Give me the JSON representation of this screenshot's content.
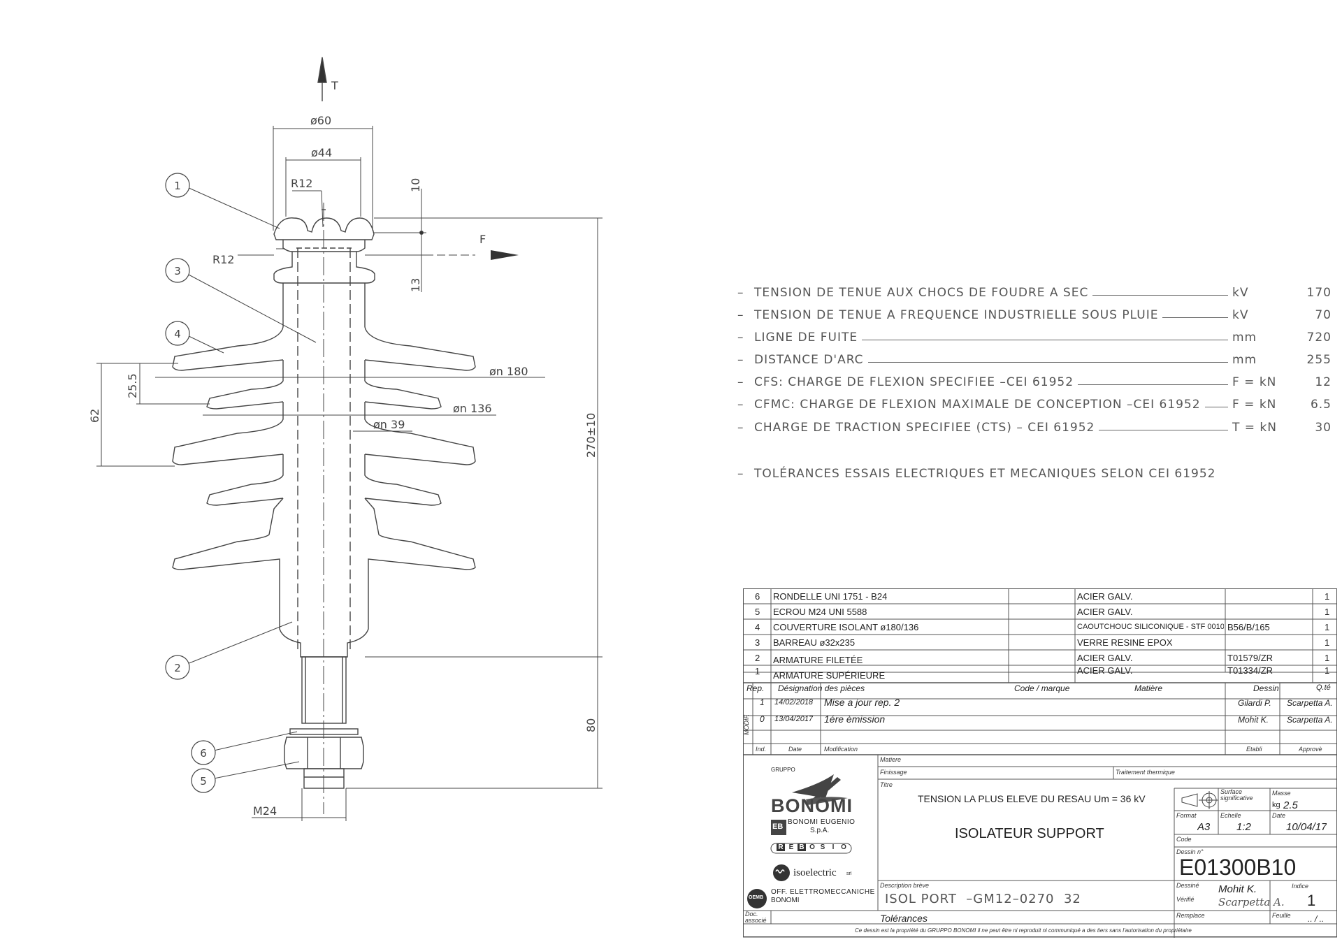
{
  "drawing": {
    "force_t": "T",
    "force_f": "F",
    "dims": {
      "d60": "ø60",
      "d44": "ø44",
      "r12_top": "R12",
      "r12_side": "R12",
      "h10": "10",
      "h13": "13",
      "dn180": "øn 180",
      "dn136": "øn 136",
      "dn39": "øn 39",
      "h25_5": "25.5",
      "h62": "62",
      "h270": "270±10",
      "h80": "80",
      "m24": "M24"
    },
    "callouts": [
      "1",
      "2",
      "3",
      "4",
      "5",
      "6"
    ]
  },
  "specs": [
    {
      "label": "TENSION DE TENUE AUX CHOCS DE FOUDRE A SEC",
      "unit": "kV",
      "value": "170"
    },
    {
      "label": "TENSION DE TENUE A FREQUENCE INDUSTRIELLE SOUS PLUIE",
      "unit": "kV",
      "value": "70"
    },
    {
      "label": "LIGNE DE FUITE",
      "unit": "mm",
      "value": "720"
    },
    {
      "label": "DISTANCE D'ARC",
      "unit": "mm",
      "value": "255"
    },
    {
      "label": "CFS: CHARGE DE FLEXION SPECIFIEE –CEI 61952",
      "unit": "F = kN",
      "value": "12"
    },
    {
      "label": "CFMC: CHARGE DE FLEXION MAXIMALE DE CONCEPTION –CEI 61952",
      "unit": "F = kN",
      "value": "6.5"
    },
    {
      "label": "CHARGE DE TRACTION SPECIFIEE (CTS) – CEI 61952",
      "unit": "T = kN",
      "value": "30"
    }
  ],
  "tolerance_note": "TOLÉRANCES ESSAIS ELECTRIQUES ET MECANIQUES SELON CEI 61952",
  "bom": {
    "rows": [
      {
        "rep": "6",
        "designation": "RONDELLE UNI 1751 - B24",
        "code": "",
        "matiere": "ACIER GALV.",
        "dessin": "",
        "qte": "1"
      },
      {
        "rep": "5",
        "designation": "ECROU M24 UNI 5588",
        "code": "",
        "matiere": "ACIER GALV.",
        "dessin": "",
        "qte": "1"
      },
      {
        "rep": "4",
        "designation": "COUVERTURE ISOLANT ø180/136",
        "code": "",
        "matiere": "CAOUTCHOUC SILICONIQUE - STF 0010",
        "dessin": "B56/B/165",
        "qte": "1"
      },
      {
        "rep": "3",
        "designation": "BARREAU ø32x235",
        "code": "",
        "matiere": "VERRE RESINE EPOX",
        "dessin": "",
        "qte": "1"
      },
      {
        "rep": "2",
        "designation": "ARMATURE FILETÉE",
        "code": "",
        "matiere": "ACIER GALV.",
        "dessin": "T01579/ZR",
        "qte": "1"
      },
      {
        "rep": "1",
        "designation": "ARMATURE SUPÉRIEURE",
        "code": "",
        "matiere": "ACIER GALV.",
        "dessin": "T01334/ZR",
        "qte": "1"
      }
    ],
    "headers": {
      "rep": "Rep.",
      "designation": "Désignation des pièces",
      "code": "Code / marque",
      "matiere": "Matière",
      "dessin": "Dessin",
      "qte": "Q.té"
    }
  },
  "revisions": {
    "label": "MODIF.",
    "rows": [
      {
        "ind": "1",
        "date": "14/02/2018",
        "modification": "Mise a jour rep. 2",
        "etabli": "Gilardi P.",
        "approve": "Scarpetta A."
      },
      {
        "ind": "0",
        "date": "13/04/2017",
        "modification": "1ére èmission",
        "etabli": "Mohit K.",
        "approve": "Scarpetta A."
      }
    ],
    "headers": {
      "ind": "Ind.",
      "date": "Date",
      "modification": "Modification",
      "etabli": "Etabli",
      "approve": "Approvè"
    }
  },
  "titleblock": {
    "gruppo": "GRUPPO",
    "bonomi": "BONOMI",
    "eb_mark": "EB",
    "bonomi_eugenio": "BONOMI EUGENIO",
    "spa": "S.p.A.",
    "rebosio_letters": [
      "R",
      "E",
      "B",
      "O",
      "S",
      "I",
      "O"
    ],
    "isoelectric": "isoelectric",
    "srl": "srl",
    "oemb_mark": "OEMB",
    "oemb": "OFF. ELETTROMECCANICHE",
    "oemb2": "BONOMI",
    "matiere_label": "Matiere",
    "finissage_label": "Finissage",
    "traitement_label": "Traitement thermique",
    "titre_label": "Titre",
    "titre_line1": "TENSION LA PLUS ELEVE DU RESAU Um = 36 kV",
    "titre_line2": "ISOLATEUR SUPPORT",
    "surface_label": "Surface significative",
    "masse_label": "Masse",
    "masse_unit": "kg",
    "masse_value": "2.5",
    "format_label": "Format",
    "format_value": "A3",
    "echelle_label": "Echelle",
    "echelle_value": "1:2",
    "date_label": "Date",
    "date_value": "10/04/17",
    "code_label": "Code",
    "dessin_no_label": "Dessin n°",
    "dessin_no": "E01300B10",
    "desc_label": "Description brève",
    "description": "ISOL PORT  –GM12–0270  32",
    "dessine_label": "Dessiné",
    "dessine_value": "Mohit K.",
    "verifie_label": "Vérifié",
    "verifie_value": "Scarpetta A.",
    "indice_label": "Indice",
    "indice_value": "1",
    "doc_label": "Doc. associé",
    "tolerances": "Tolérances",
    "remplace_label": "Remplace",
    "feuille_label": "Feuille",
    "feuille_value": ".. / ..",
    "footer": "Ce dessin est la propriété du GRUPPO BONOMI il ne peut être ni reproduit ni communiqué a des tiers sans l'autorisation du propriétaire"
  }
}
